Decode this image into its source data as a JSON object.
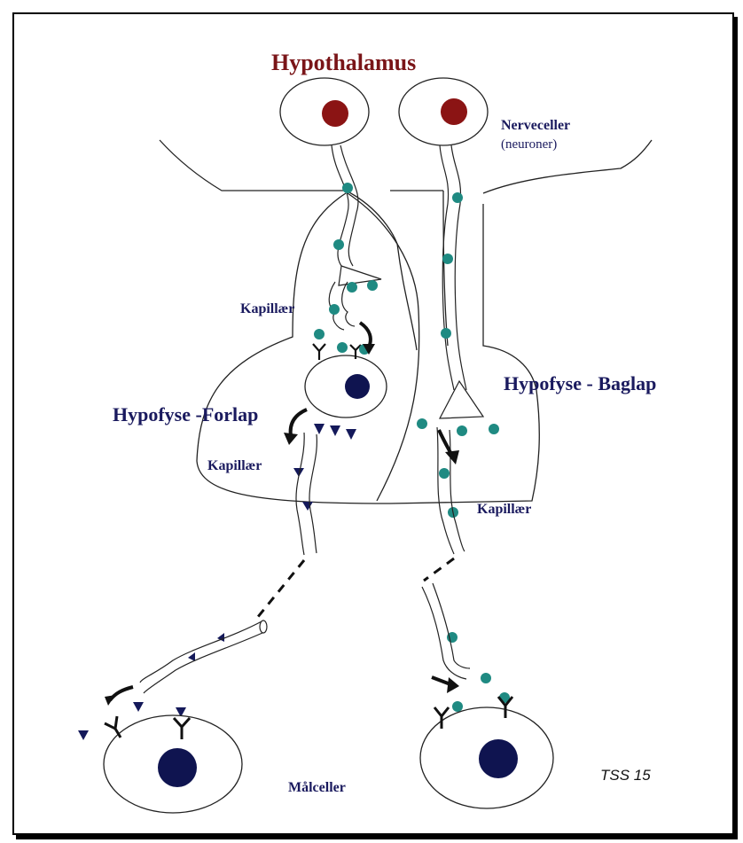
{
  "title": "Hypothalamus",
  "labels": {
    "neurons_title": "Nerveceller",
    "neurons_sub": "(neuroner)",
    "capillary_1": "Kapillær",
    "capillary_2": "Kapillær",
    "capillary_3": "Kapillær",
    "anterior_lobe": "Hypofyse -Forlap",
    "posterior_lobe": "Hypofyse -  Baglap",
    "target_cells": "Målceller",
    "signature": "TSS 15"
  },
  "colors": {
    "title": "#7a1518",
    "label": "#1a1a5e",
    "nucleus_neuron": "#8b1414",
    "nucleus_cell": "#0f1450",
    "hormone_dot": "#1f8a82",
    "hormone_triangle": "#14195a"
  }
}
